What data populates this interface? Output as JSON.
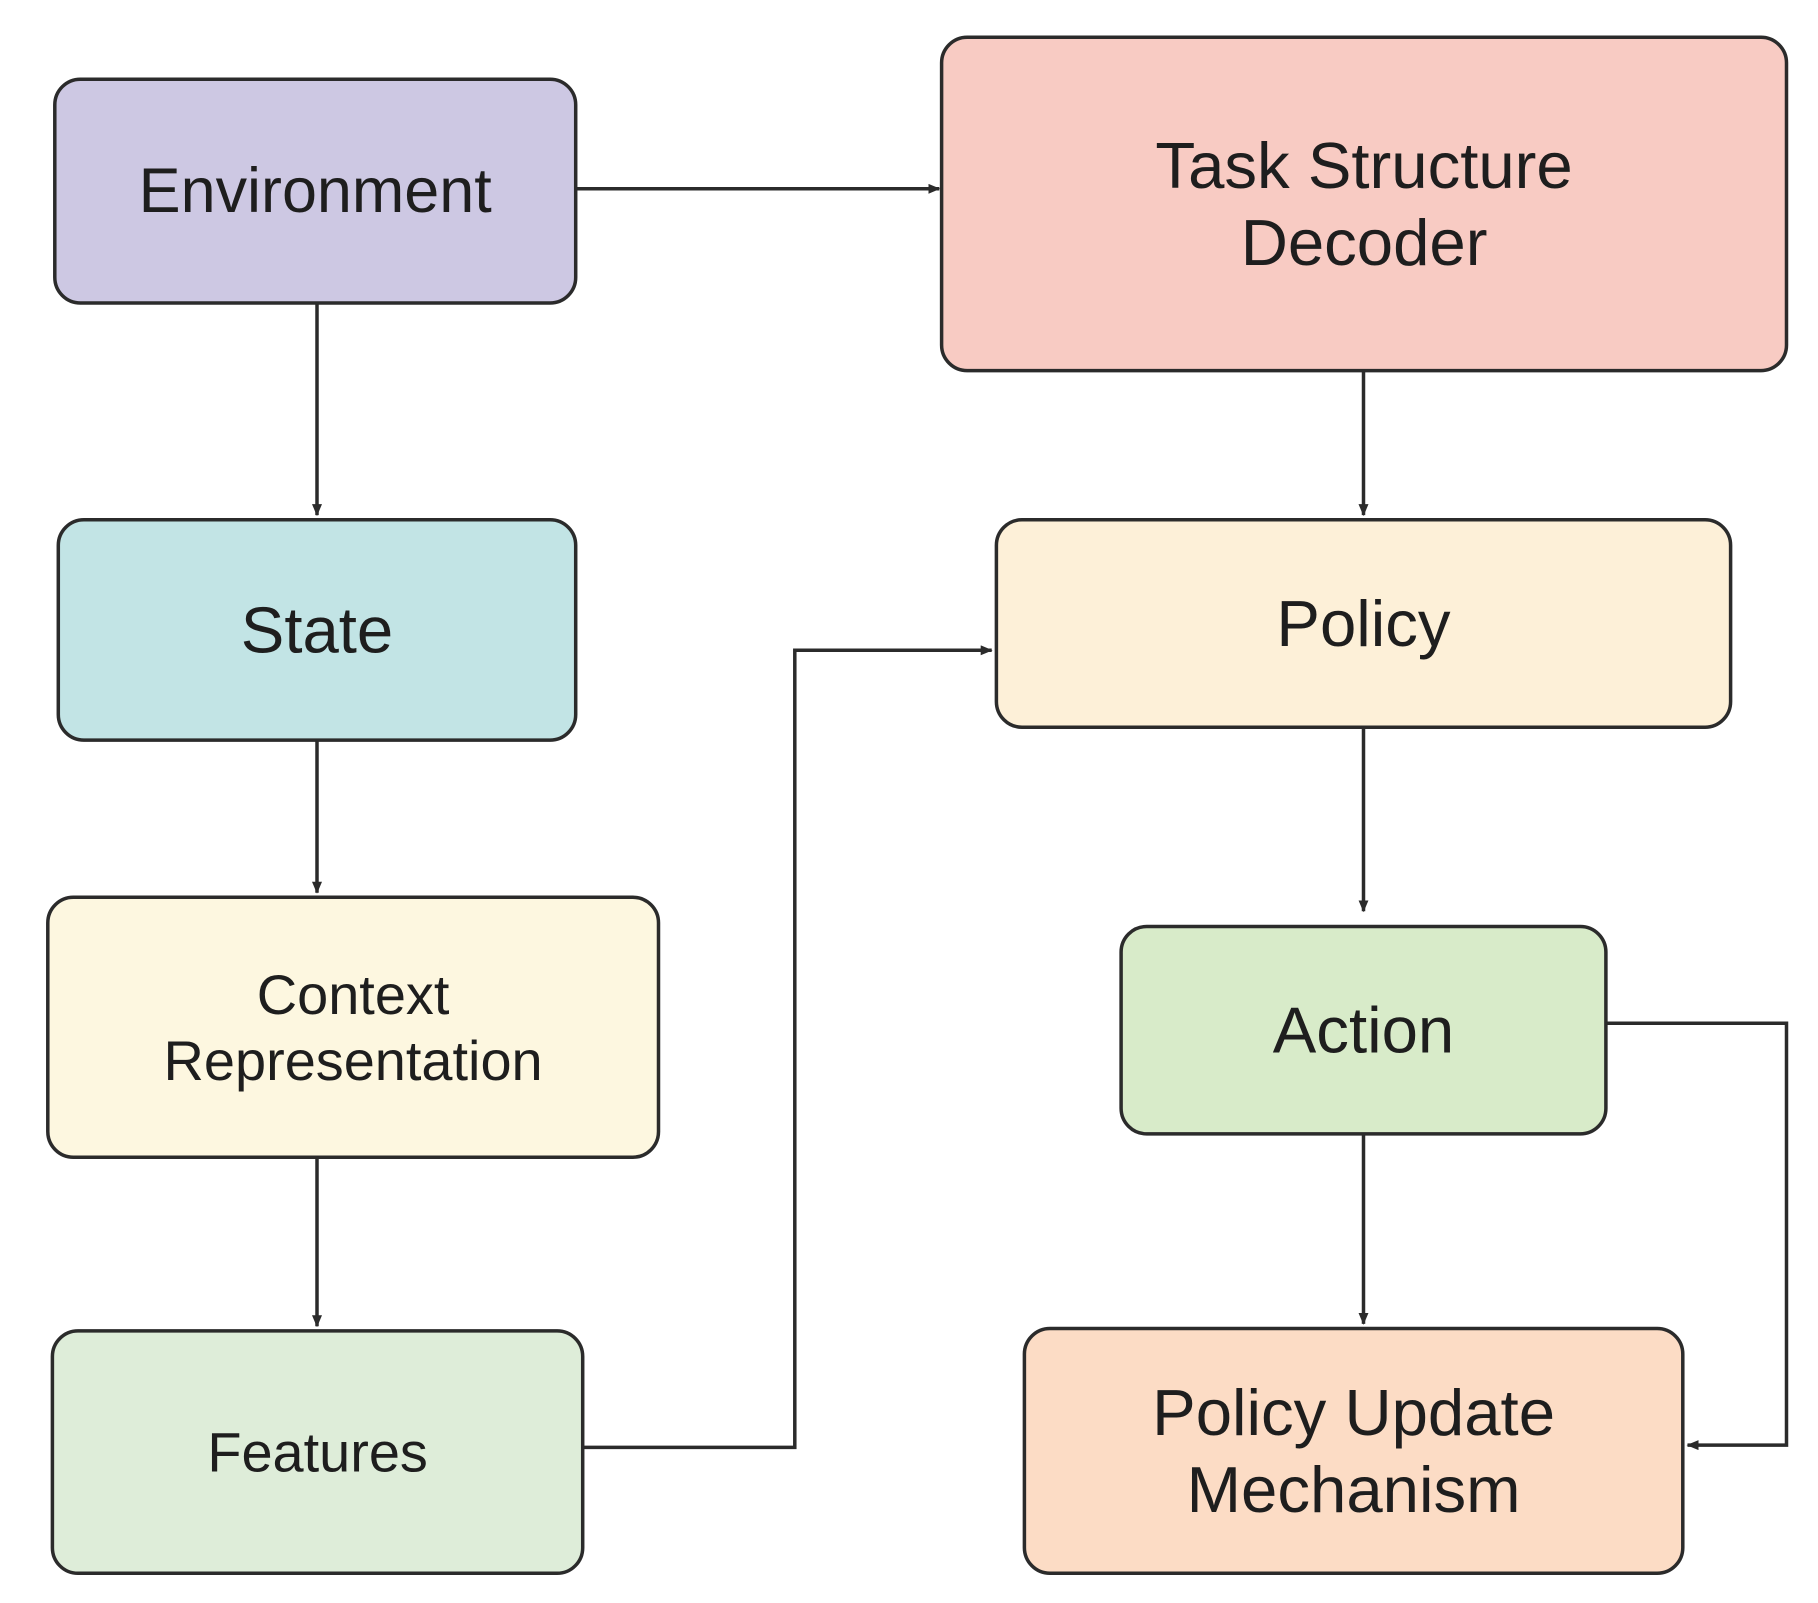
{
  "nodes": [
    {
      "id": "environment",
      "lines": [
        "Environment"
      ],
      "color": "#cdc8e3"
    },
    {
      "id": "task-structure-decoder",
      "lines": [
        "Task Structure",
        "Decoder"
      ],
      "color": "#f8cbc3"
    },
    {
      "id": "state",
      "lines": [
        "State"
      ],
      "color": "#c2e4e5"
    },
    {
      "id": "policy",
      "lines": [
        "Policy"
      ],
      "color": "#fdf0d8"
    },
    {
      "id": "context-representation",
      "lines": [
        "Context",
        "Representation"
      ],
      "color": "#fdf7e0"
    },
    {
      "id": "action",
      "lines": [
        "Action"
      ],
      "color": "#d8ebc9"
    },
    {
      "id": "features",
      "lines": [
        "Features"
      ],
      "color": "#deedd9"
    },
    {
      "id": "policy-update-mechanism",
      "lines": [
        "Policy Update",
        "Mechanism"
      ],
      "color": "#fcdcc5"
    }
  ],
  "edges": [
    {
      "from": "environment",
      "to": "task-structure-decoder"
    },
    {
      "from": "environment",
      "to": "state"
    },
    {
      "from": "task-structure-decoder",
      "to": "policy"
    },
    {
      "from": "state",
      "to": "context-representation"
    },
    {
      "from": "context-representation",
      "to": "features"
    },
    {
      "from": "features",
      "to": "policy"
    },
    {
      "from": "policy",
      "to": "action"
    },
    {
      "from": "action",
      "to": "policy-update-mechanism"
    },
    {
      "from": "action",
      "to": "policy-update-mechanism"
    }
  ]
}
